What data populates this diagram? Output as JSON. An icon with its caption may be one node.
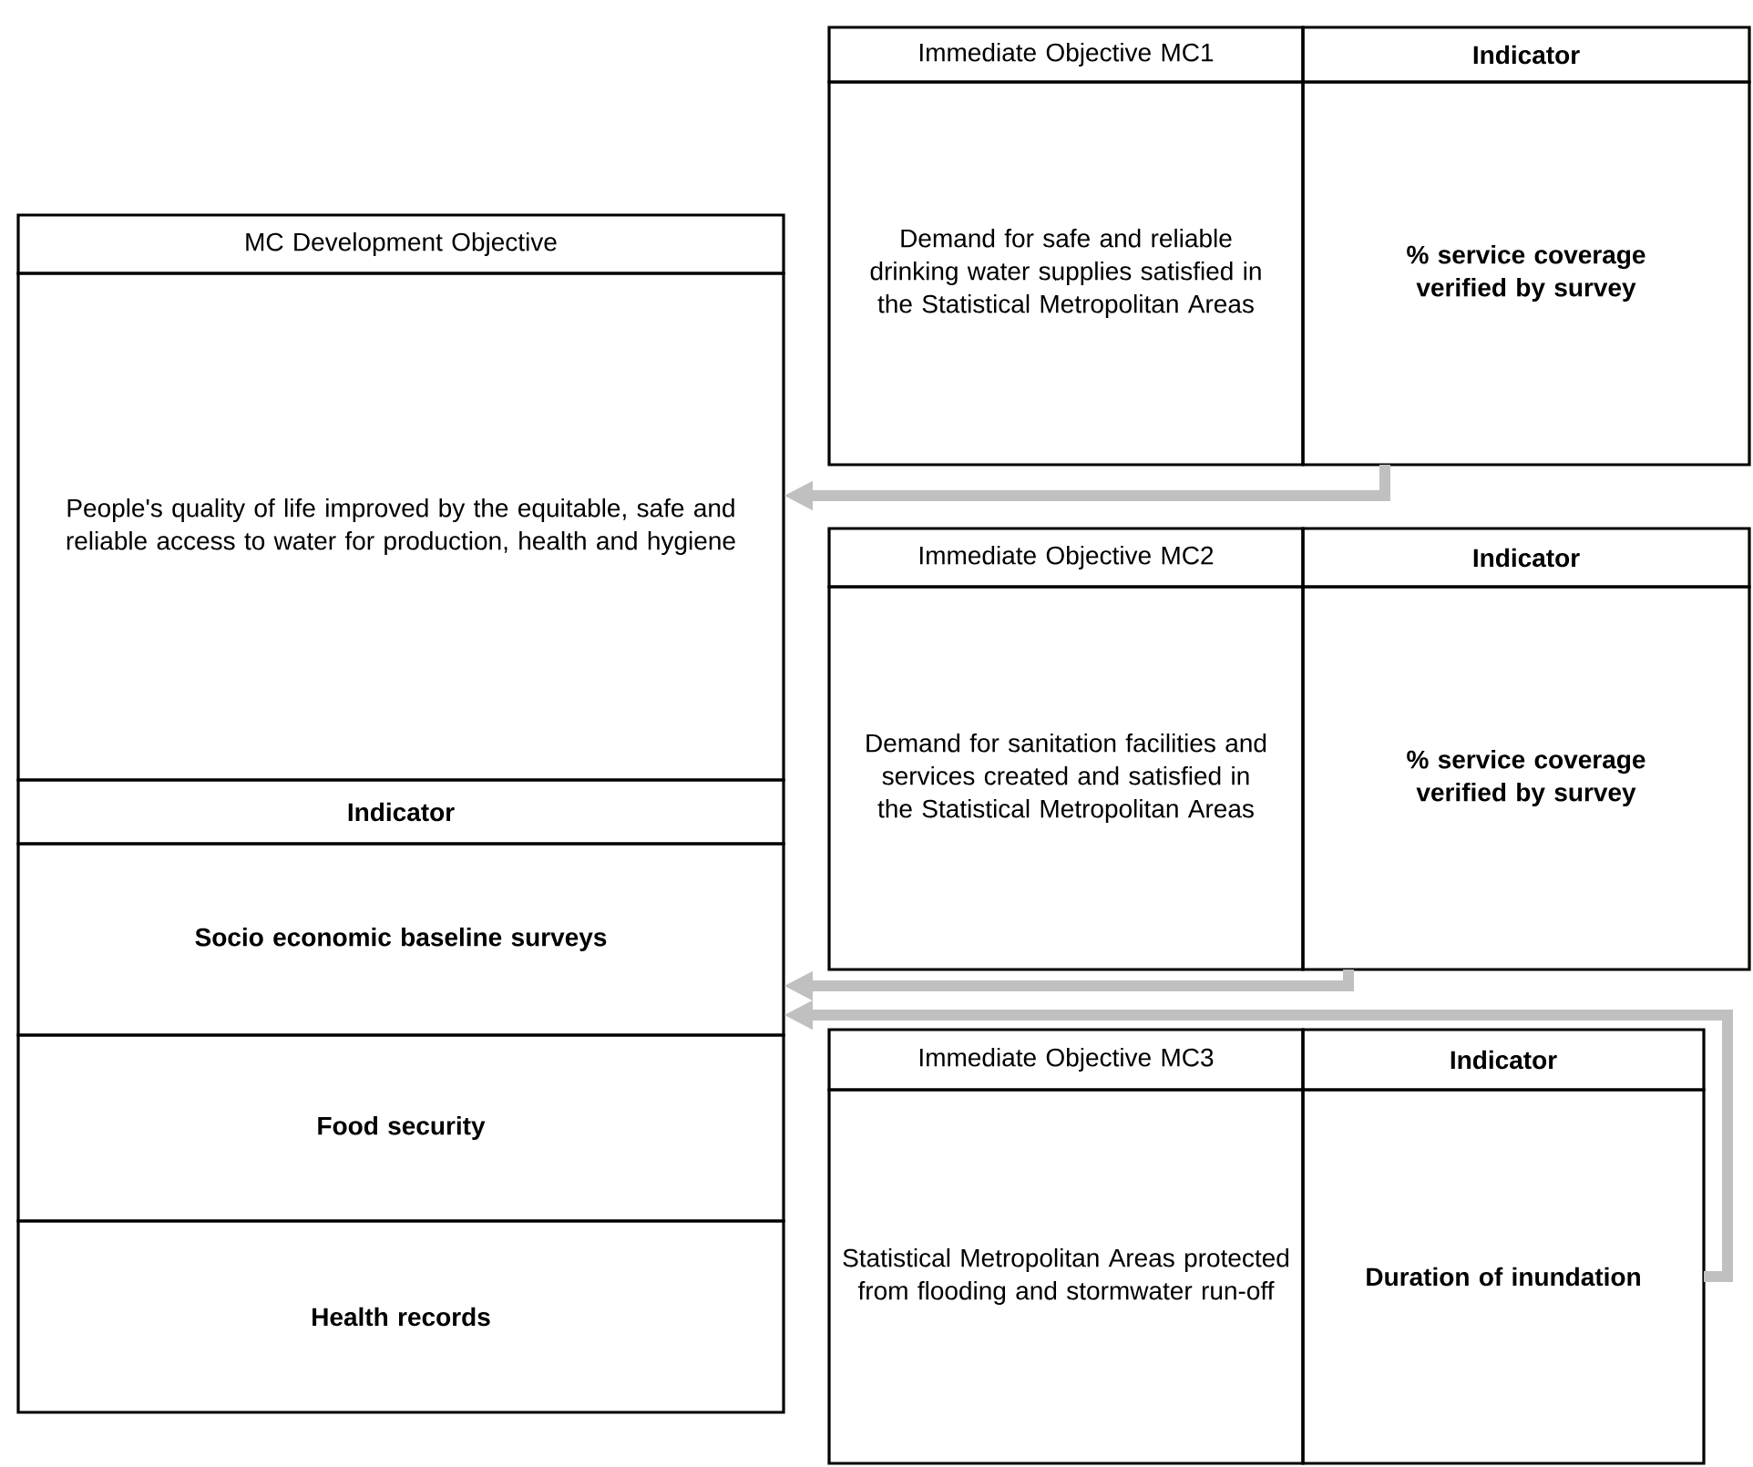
{
  "diagram": {
    "nodes": [
      {
        "text": [
          "MC Development Objective"
        ]
      },
      {
        "text": [
          "People's quality of life improved by the equitable, safe and reliable access to water for production, health and hygiene"
        ]
      },
      {
        "text": [
          "Indicator"
        ]
      },
      {
        "text": [
          "Socio economic baseline surveys"
        ]
      },
      {
        "text": [
          "Food security"
        ]
      },
      {
        "text": [
          "Health records"
        ]
      },
      {
        "text": [
          "Immediate Objective MC1"
        ]
      },
      {
        "text": [
          "Indicator"
        ]
      },
      {
        "text": [
          "Demand for safe and reliable drinking water supplies satisfied in the Statistical Metropolitan Areas"
        ]
      },
      {
        "text": [
          "% service coverage verified by survey"
        ]
      },
      {
        "text": [
          "Immediate Objective MC2"
        ]
      },
      {
        "text": [
          "Indicator"
        ]
      },
      {
        "text": [
          "Demand for sanitation facilities and services created and satisfied in the Statistical Metropolitan Areas"
        ]
      },
      {
        "text": [
          "% service coverage verified by survey"
        ]
      },
      {
        "text": [
          "Immediate Objective MC3"
        ]
      },
      {
        "text": [
          "Indicator"
        ]
      },
      {
        "text": [
          "Statistical Metropolitan Areas protected from flooding and stormwater run-off"
        ]
      },
      {
        "text": [
          "Duration of inundation"
        ]
      }
    ],
    "edges": [
      {
        "from": 9,
        "to": 1,
        "arrow": "to"
      },
      {
        "from": 13,
        "to": 3,
        "arrow": "to"
      },
      {
        "from": 17,
        "to": 3,
        "arrow": "to"
      }
    ]
  }
}
